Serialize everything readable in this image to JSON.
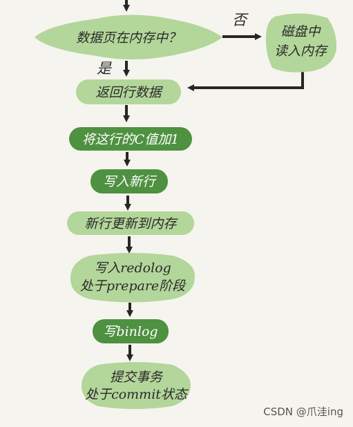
{
  "colors": {
    "background": "#f6f4ee",
    "light_green": "#b3d69a",
    "dark_green": "#4e9140",
    "arrow": "#262626",
    "text_dark": "#2a2a2a",
    "text_light": "#ffffff"
  },
  "nodes": {
    "decision_in_memory": "数据页在内存中？",
    "read_from_disk_line1": "磁盘中",
    "read_from_disk_line2": "读入内存",
    "return_row": "返回行数据",
    "add_one": "将这行的C值加1",
    "write_new_row": "写入新行",
    "update_memory": "新行更新到内存",
    "write_redolog_line1": "写入redolog",
    "write_redolog_line2": "处于prepare阶段",
    "write_binlog": "写binlog",
    "commit_line1": "提交事务",
    "commit_line2": "处于commit状态"
  },
  "edges": {
    "no_label": "否",
    "yes_label": "是"
  },
  "watermark": "CSDN @爪洼ing"
}
